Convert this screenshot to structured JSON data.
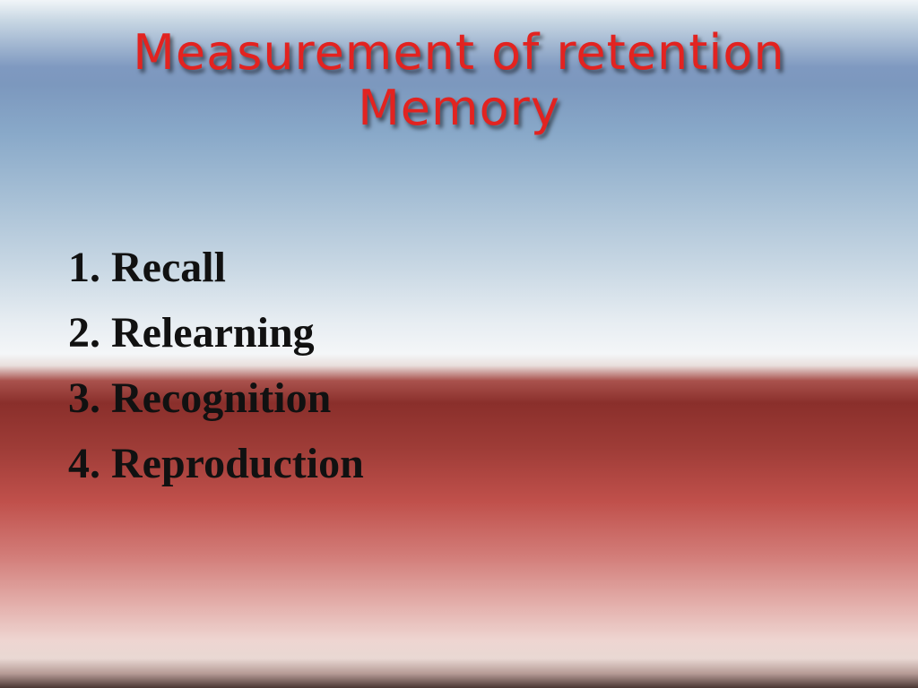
{
  "slide": {
    "title_line1": "Measurement of retention",
    "title_line2": "Memory",
    "items": [
      {
        "label": "1. Recall"
      },
      {
        "label": "2. Relearning"
      },
      {
        "label": "3. Recognition"
      },
      {
        "label": "4. Reproduction"
      }
    ]
  },
  "colors": {
    "title": "#e22320",
    "text": "#111111",
    "band_blue": "#7f99c0",
    "band_red": "#c0504b"
  }
}
